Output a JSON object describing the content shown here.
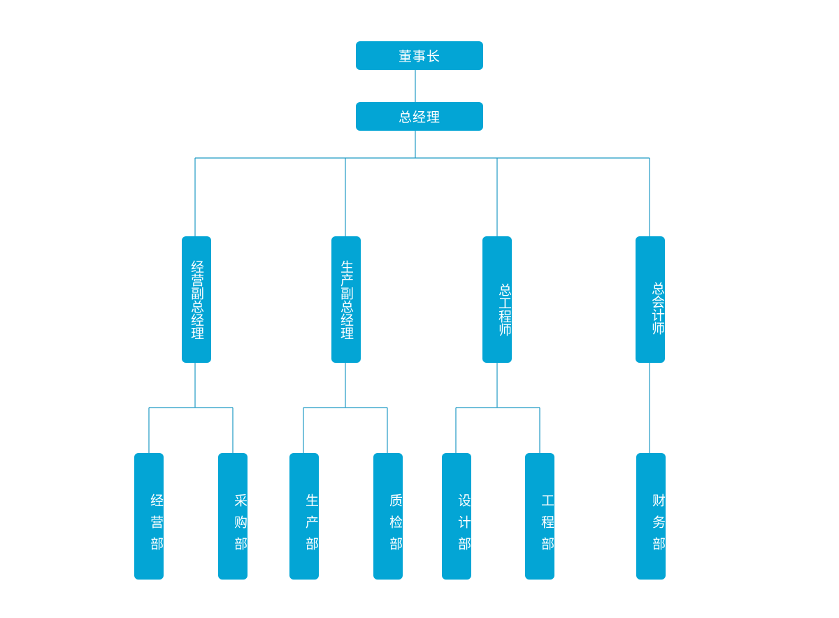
{
  "chart": {
    "root": {
      "label": "董事长"
    },
    "gm": {
      "label": "总经理"
    },
    "level2": [
      {
        "label": "经营副总经理"
      },
      {
        "label": "生产副总经理"
      },
      {
        "label": "总工程师"
      },
      {
        "label": "总会计师"
      }
    ],
    "departments": [
      {
        "label": "经营部"
      },
      {
        "label": "采购部"
      },
      {
        "label": "生产部"
      },
      {
        "label": "质检部"
      },
      {
        "label": "设计部"
      },
      {
        "label": "工程部"
      },
      {
        "label": "财务部"
      }
    ]
  },
  "colors": {
    "node_fill": "#03a5d5",
    "connector": "#1f9ac4",
    "node_text": "#ffffff"
  }
}
